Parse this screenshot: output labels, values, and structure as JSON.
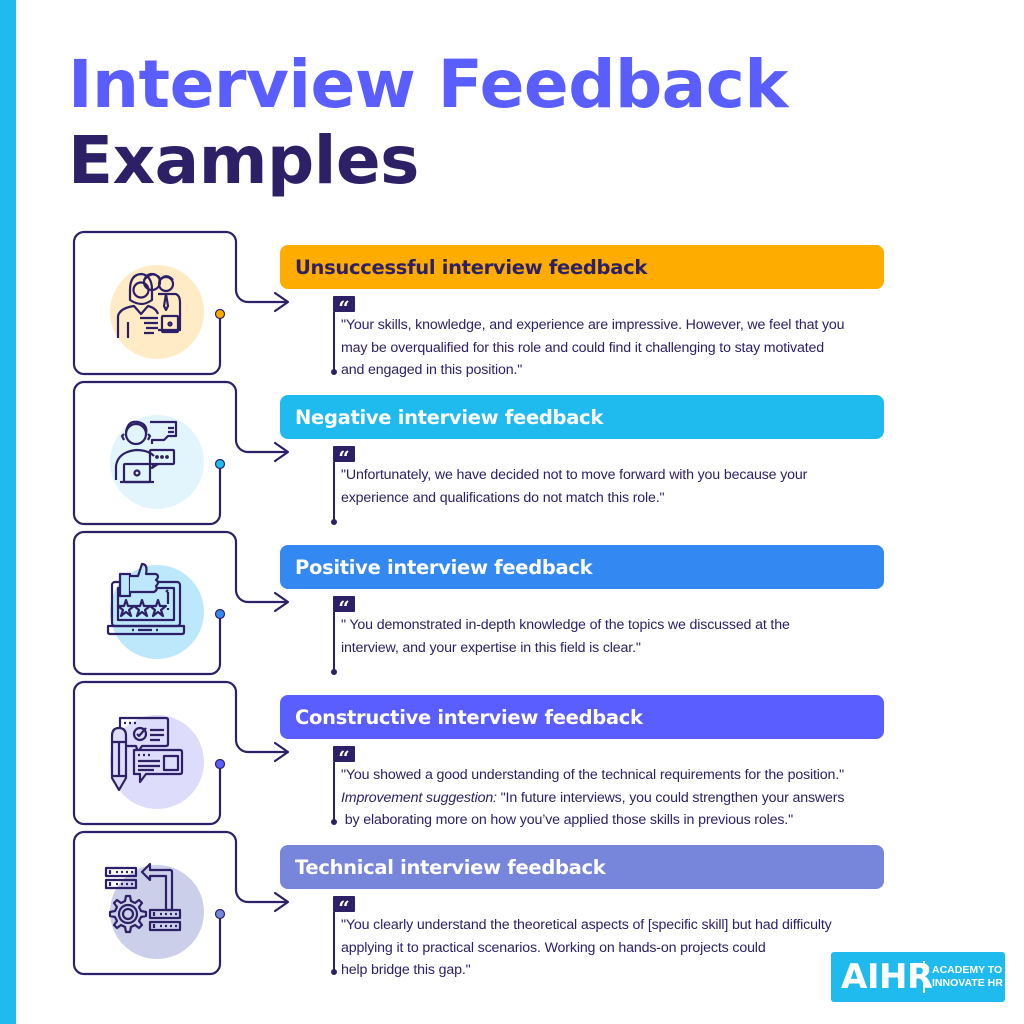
{
  "header": {
    "title_line1": "Interview Feedback",
    "title_line2": "Examples"
  },
  "colors": {
    "title_accent": "#5B5EFF",
    "title_dark": "#2E2066",
    "stripe": "#1FBBEF",
    "line": "#2E2066"
  },
  "items": [
    {
      "label": "Unsuccessful interview feedback",
      "icon": "team-people-icon",
      "bar_color": "#FFAC00",
      "label_color": "#2E2066",
      "circle_color": "#FFEBC6",
      "dot_color": "#FFAC00",
      "quote_lines": [
        "\"Your skills, knowledge, and experience are impressive. However, we feel that you",
        "may be overqualified for this role and could find it challenging to stay motivated",
        "and engaged in this position.\""
      ]
    },
    {
      "label": "Negative interview feedback",
      "icon": "person-laptop-thumbs-down-icon",
      "bar_color": "#1FBBEF",
      "label_color": "#FFFFFF",
      "circle_color": "#E3F5FC",
      "dot_color": "#1FBBEF",
      "quote_lines": [
        "\"Unfortunately, we have decided not to move forward with you because your",
        "experience and qualifications do not match this role.\""
      ]
    },
    {
      "label": "Positive interview feedback",
      "icon": "laptop-thumbs-up-stars-icon",
      "bar_color": "#3388F2",
      "label_color": "#FFFFFF",
      "circle_color": "#BDE8FB",
      "dot_color": "#3388F2",
      "quote_lines": [
        "\" You demonstrated in-depth knowledge of the topics we discussed at the",
        "interview, and your expertise in this field is clear.\""
      ]
    },
    {
      "label": "Constructive interview feedback",
      "icon": "pencil-chat-review-icon",
      "bar_color": "#5B5EFF",
      "label_color": "#FFFFFF",
      "circle_color": "#DEDCFB",
      "dot_color": "#5B5EFF",
      "quote_lines": [
        "\"You showed a good understanding of the technical requirements for the position.\"",
        "\"In future interviews, you could strengthen your answers",
        " by elaborating more on how you’ve applied those skills in previous roles.\""
      ],
      "improvement_label": "Improvement suggestion:"
    },
    {
      "label": "Technical interview feedback",
      "icon": "gear-server-process-icon",
      "bar_color": "#7785DA",
      "label_color": "#FFFFFF",
      "circle_color": "#CBCFE9",
      "dot_color": "#7785DA",
      "quote_lines": [
        "\"You clearly understand the theoretical aspects of [specific skill] but had difficulty",
        "applying it to practical scenarios. Working on hands-on projects could",
        "help bridge this gap.\""
      ]
    }
  ],
  "quote_glyph": "“",
  "logo": {
    "main": "AIHR",
    "sub_line1": "ACADEMY TO",
    "sub_line2": "INNOVATE HR",
    "color": "#1FBBEF"
  }
}
